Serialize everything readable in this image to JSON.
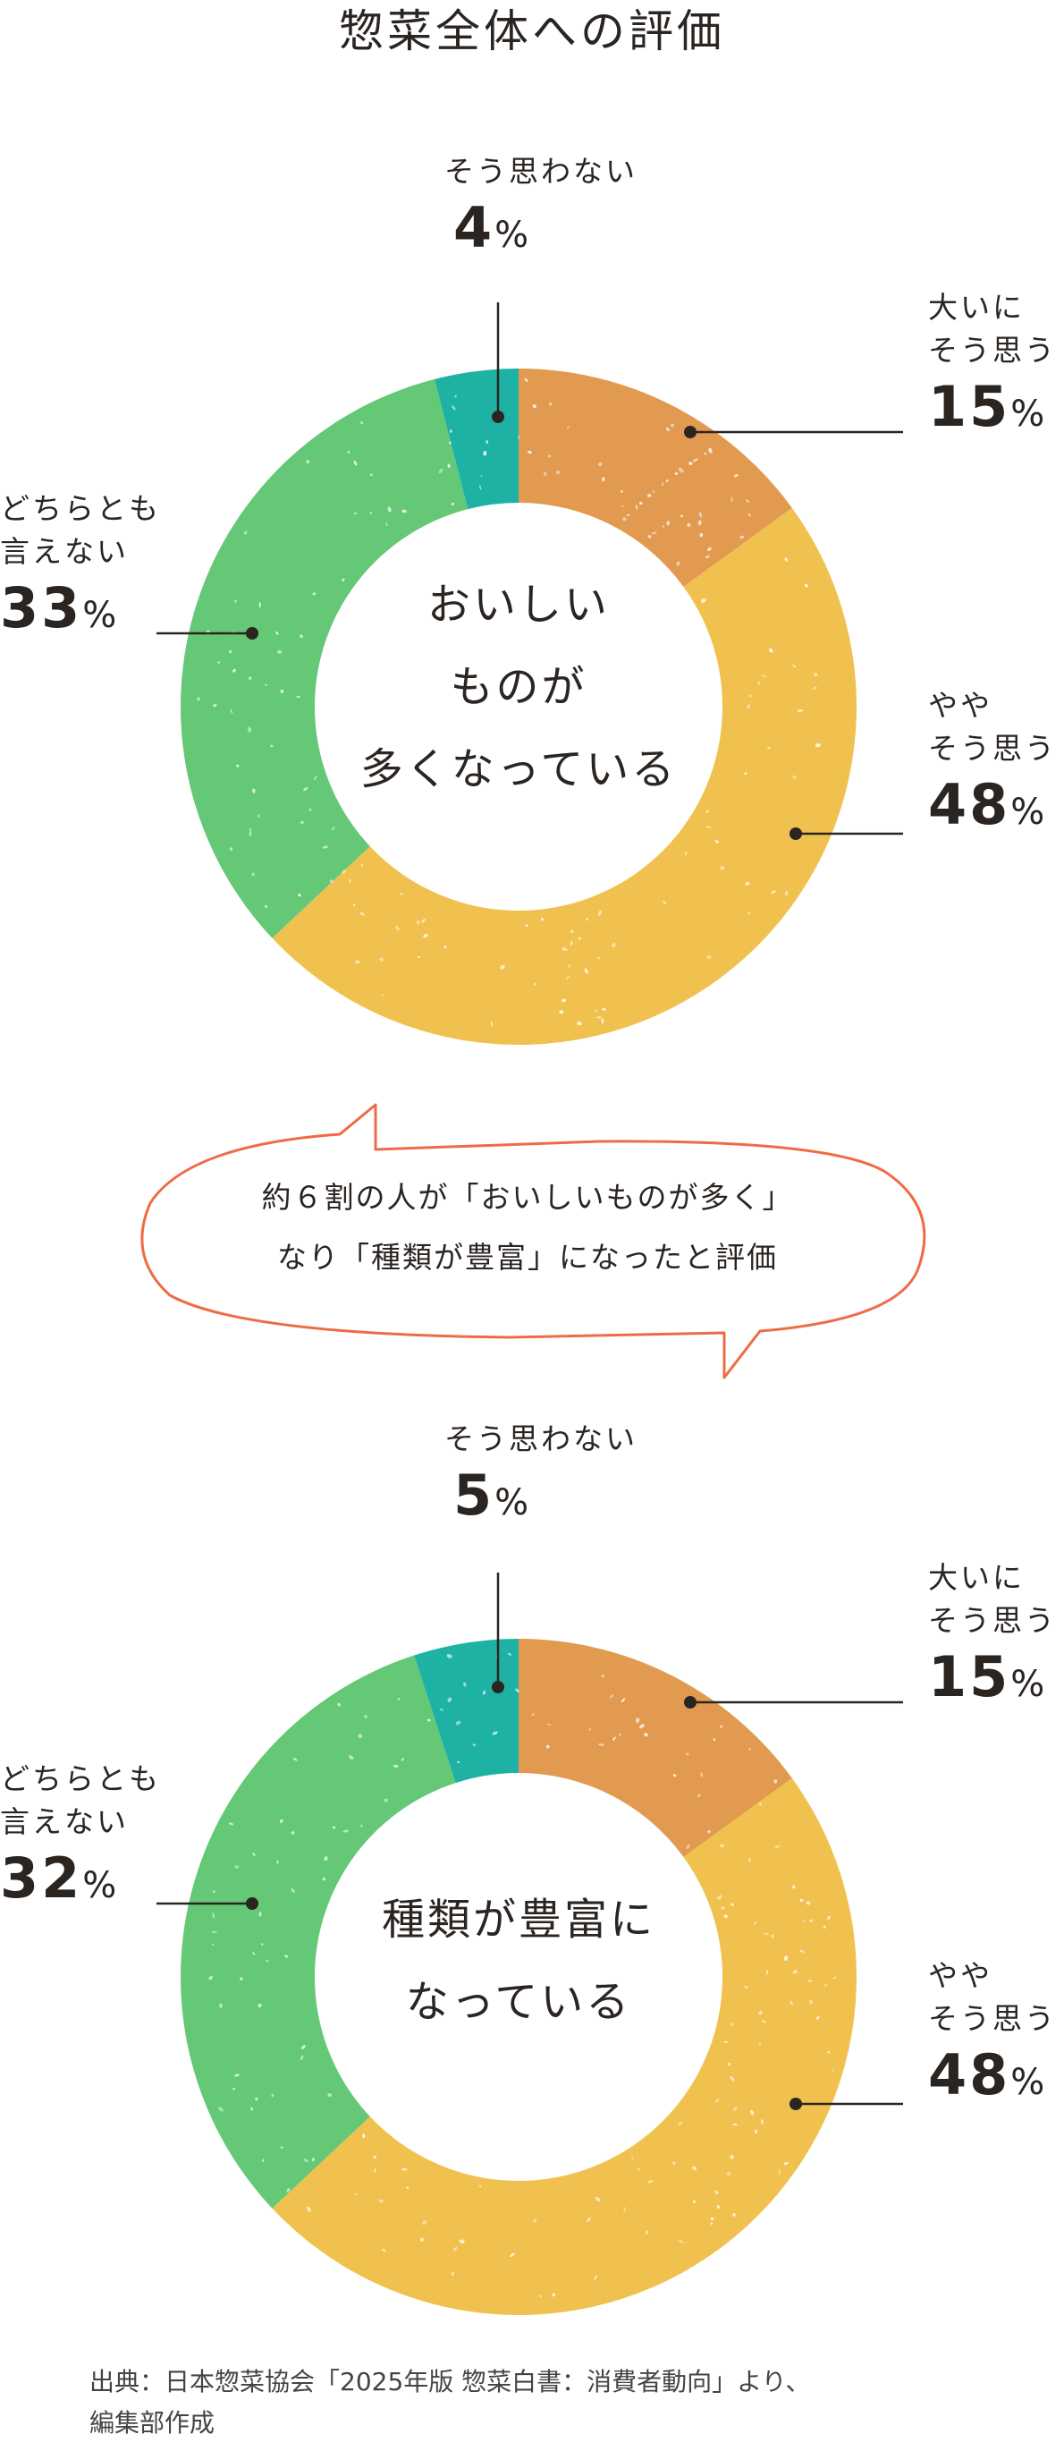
{
  "title": "惣菜全体への評価",
  "colors": {
    "strongly_agree": "#E19A4F",
    "somewhat_agree": "#F0C14E",
    "neutral": "#64C877",
    "disagree": "#1EB2A4",
    "bubble_stroke": "#EF6B45",
    "text": "#2B2522"
  },
  "chart_data": [
    {
      "type": "pie",
      "title": "",
      "center_label": [
        "おいしい",
        "ものが",
        "多くなっている"
      ],
      "categories": [
        "大いにそう思う",
        "ややそう思う",
        "どちらとも言えない",
        "そう思わない"
      ],
      "values": [
        15,
        48,
        33,
        4
      ],
      "unit": "%",
      "labels": {
        "strongly": [
          "大いに",
          "そう思う"
        ],
        "somewhat": [
          "やや",
          "そう思う"
        ],
        "neutral": [
          "どちらとも",
          "言えない"
        ],
        "disagree": [
          "そう思わない"
        ]
      },
      "pct_text": {
        "strongly": "15",
        "somewhat": "48",
        "neutral": "33",
        "disagree": "4"
      }
    },
    {
      "type": "pie",
      "title": "",
      "center_label": [
        "種類が豊富に",
        "なっている"
      ],
      "categories": [
        "大いにそう思う",
        "ややそう思う",
        "どちらとも言えない",
        "そう思わない"
      ],
      "values": [
        15,
        48,
        32,
        5
      ],
      "unit": "%",
      "labels": {
        "strongly": [
          "大いに",
          "そう思う"
        ],
        "somewhat": [
          "やや",
          "そう思う"
        ],
        "neutral": [
          "どちらとも",
          "言えない"
        ],
        "disagree": [
          "そう思わない"
        ]
      },
      "pct_text": {
        "strongly": "15",
        "somewhat": "48",
        "neutral": "32",
        "disagree": "5"
      }
    }
  ],
  "bubble": {
    "lines": [
      "約６割の人が「おいしいものが多く」",
      "なり「種類が豊富」になったと評価"
    ]
  },
  "source": {
    "lines": [
      "出典：日本惣菜協会「2025年版 惣菜白書：消費者動向」より、",
      "編集部作成"
    ]
  }
}
